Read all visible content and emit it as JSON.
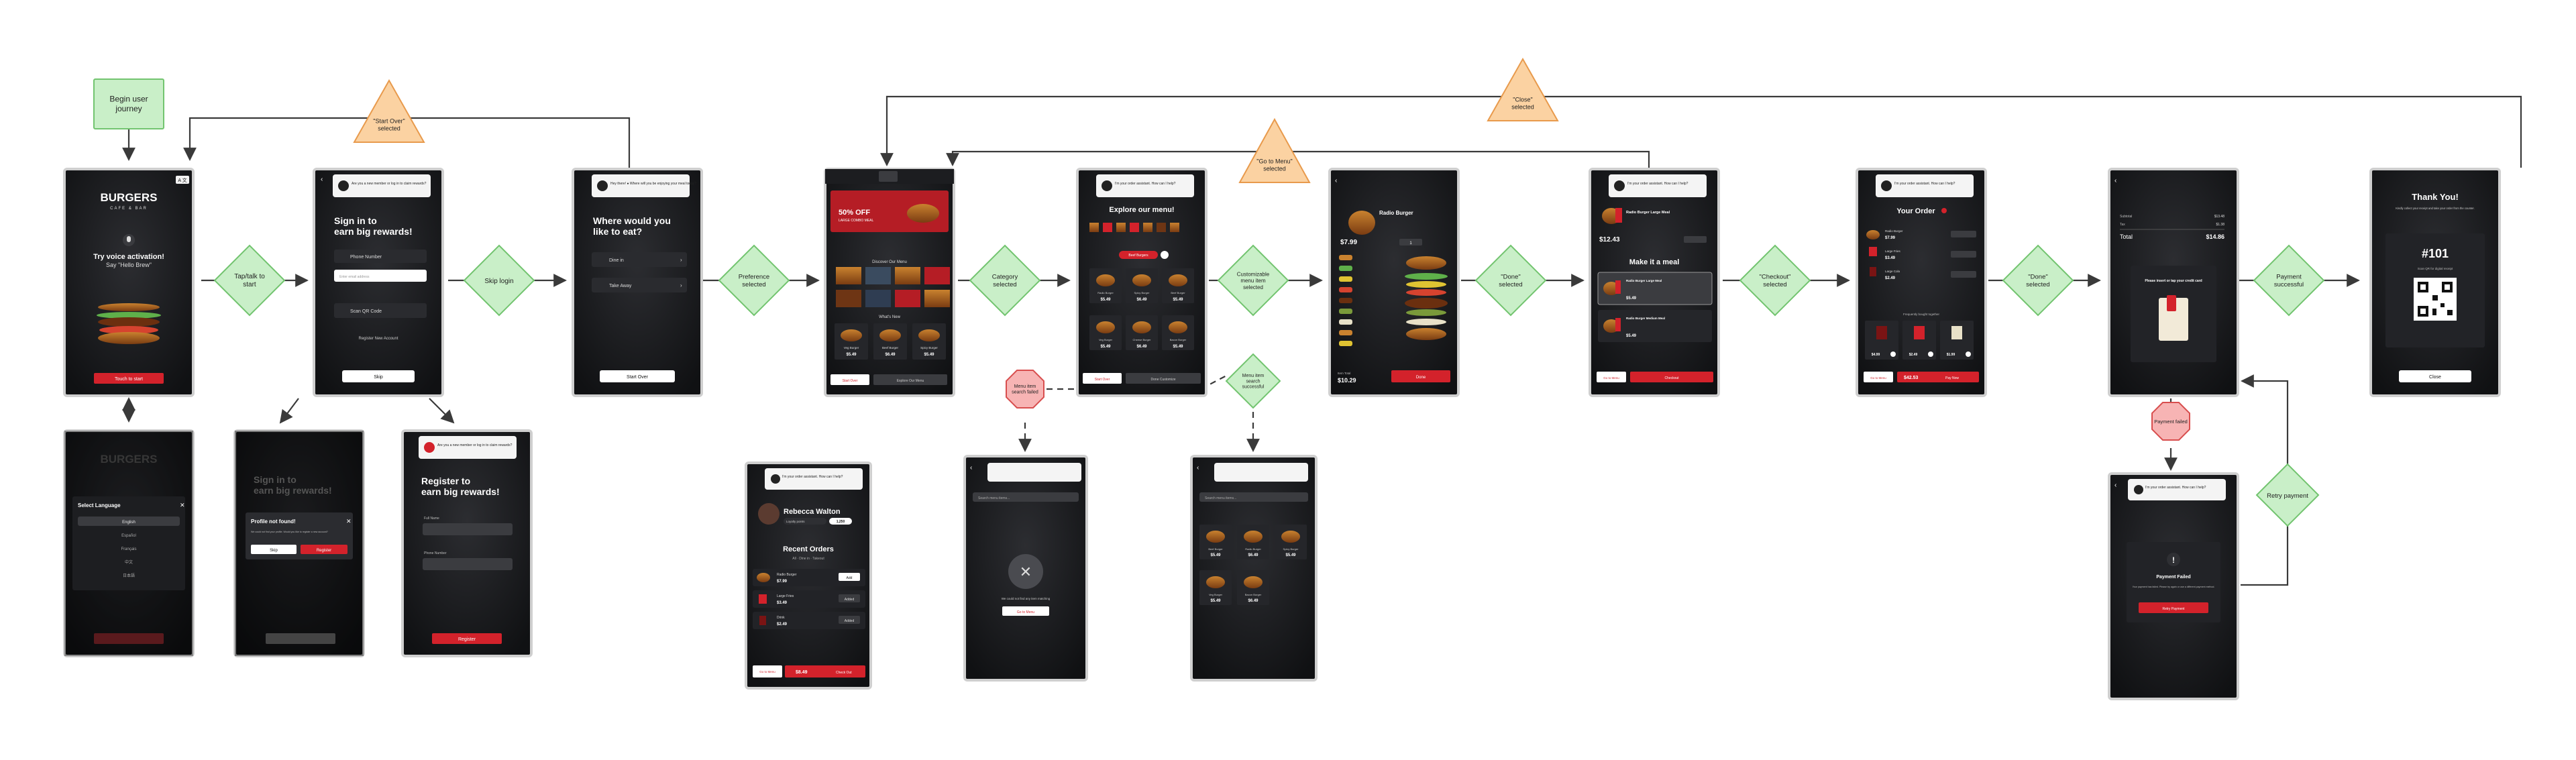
{
  "flow": {
    "start_label": "Begin user journey",
    "decisions": {
      "tap": "Tap/talk to start",
      "skip": "Skip login",
      "pref": "Preference selected",
      "cat": "Category selected",
      "cust": "Customizable menu item selected",
      "done1": "\"Done\" selected",
      "checkout": "\"Checkout\" selected",
      "done2": "\"Done\" selected",
      "payok": "Payment successful",
      "searchok": "Menu item search successful",
      "retry": "Retry payment"
    },
    "warnings": {
      "startover": "\"Start Over\" selected",
      "gomenu": "\"Go to Menu\" selected",
      "close": "\"Close\" selected"
    },
    "errors": {
      "searchfail": "Menu item search failed",
      "payfail": "Payment failed"
    }
  },
  "screens": {
    "welcome": {
      "logo": "BURGERS",
      "logo_sub": "CAFE & BAR",
      "lang": "A 文",
      "headline": "Try voice activation!",
      "sub": "Say \"Hello Brew\"",
      "btn": "Touch to start"
    },
    "language": {
      "title": "Select Language",
      "options": [
        "English",
        "Español",
        "Français",
        "中文",
        "日本語"
      ]
    },
    "signin": {
      "assistant": "Are you a new member or log in to claim rewards?",
      "title": "Sign in to earn big rewards!",
      "phone": "Phone Number",
      "email": "Enter email address",
      "qr": "Scan QR Code",
      "register": "Register New Account",
      "skip": "Skip"
    },
    "notfound": {
      "title": "Sign in to earn big rewards!",
      "modal_title": "Profile not found!",
      "modal_text": "We could not find your profile. Would you like to register a new account?",
      "skip": "Skip",
      "register": "Register"
    },
    "register": {
      "assistant": "Are you a new member or log in to claim rewards?",
      "title": "Register to earn big rewards!",
      "label1": "Full Name",
      "label2": "Phone Number",
      "btn": "Register"
    },
    "where": {
      "assistant": "Hey there! ● Where will you be enjoying your meal today?",
      "title": "Where would you like to eat?",
      "opt1": "Dine in",
      "opt2": "Take Away",
      "btn": "Start Over"
    },
    "home": {
      "promo_pct": "50% OFF",
      "promo_sub": "LARGE COMBO MEAL",
      "section1": "Discover Our Menu",
      "section2": "What's New",
      "items": [
        "Veg Burger",
        "Beef Burger",
        "Spicy Burger"
      ],
      "prices": [
        "$5.49",
        "$6.49",
        "$5.49"
      ],
      "btn1": "Start Over",
      "btn2": "Explore Our Menu"
    },
    "profile": {
      "assistant": "I'm your order assistant. How can I help?",
      "name": "Rebecca Walton",
      "points_label": "Loyalty points",
      "points": "1,250",
      "title": "Recent Orders",
      "tabs": "All · Dine in · Takeout",
      "orders": [
        {
          "name": "Radio Burger",
          "price": "$7.99",
          "btn": "Add"
        },
        {
          "name": "Large Fries",
          "price": "$3.49",
          "btn": "Added"
        },
        {
          "name": "Drink",
          "price": "$2.49",
          "btn": "Added"
        }
      ],
      "btn1": "Go to Menu",
      "total": "$8.49",
      "checkout": "Check Out"
    },
    "explore": {
      "assistant": "I'm your order assistant. How can I help?",
      "title": "Explore our menu!",
      "chip": "Beef Burgers",
      "items": [
        "Radio Burger",
        "Spicy Burger",
        "Beef Burger",
        "Veg Burger",
        "Cheese Burger",
        "Bacon Burger"
      ],
      "prices": [
        "$5.49",
        "$6.49",
        "$5.49",
        "$5.49",
        "$6.49",
        "$5.49"
      ],
      "btn1": "Start Over",
      "btn2": "Done Customize"
    },
    "searchfail": {
      "search": "Search menu items...",
      "msg": "We could not find any item matching",
      "btn": "Go to Menu"
    },
    "searchok": {
      "search": "Search menu items...",
      "items": [
        "Beef Burger",
        "Radio Burger",
        "Spicy Burger",
        "Veg Burger",
        "Bacon Burger"
      ],
      "prices": [
        "$5.49",
        "$6.49",
        "$5.49",
        "$5.49",
        "$6.49"
      ]
    },
    "custom": {
      "title": "Radio Burger",
      "price": "$7.99",
      "qty": "1",
      "total_label": "Item Total",
      "total": "$10.29",
      "btn": "Done"
    },
    "meal": {
      "assistant": "I'm your order assistant. How can I help?",
      "item": "Radio Burger Large Meal",
      "price": "$12.43",
      "title": "Make it a meal",
      "opt1": "Radio Burger Large Meal",
      "opt1p": "$5.49",
      "opt2": "Radio Burger Medium Meal",
      "opt2p": "$5.49",
      "btn1": "Go to Menu",
      "btn2": "Checkout"
    },
    "order": {
      "assistant": "I'm your order assistant. How can I help?",
      "title": "Your Order",
      "items": [
        {
          "name": "Radio Burger",
          "price": "$7.99"
        },
        {
          "name": "Large Fries",
          "price": "$3.49"
        },
        {
          "name": "Large Cola",
          "price": "$2.49"
        }
      ],
      "upsell": "Frequently bought together",
      "ups_prices": [
        "$4.99",
        "$2.49",
        "$1.99"
      ],
      "btn1": "Go to Menu",
      "total": "$42.53",
      "pay": "Pay Now"
    },
    "payment": {
      "subtotal_label": "Subtotal",
      "subtotal": "$13.48",
      "tax_label": "Tax",
      "tax": "$1.38",
      "total_label": "Total",
      "total": "$14.86",
      "insert": "Please insert or tap your credit card"
    },
    "payfail": {
      "assistant": "I'm your order assistant. How can I help?",
      "title": "Payment Failed",
      "text": "Your payment has failed. Please try again or use a different payment method.",
      "btn": "Retry Payment"
    },
    "thanks": {
      "title": "Thank You!",
      "sub": "Kindly collect your receipt and take your order from the counter.",
      "order_num": "#101",
      "scan": "Scan QR for digital receipt",
      "btn": "Close"
    }
  }
}
